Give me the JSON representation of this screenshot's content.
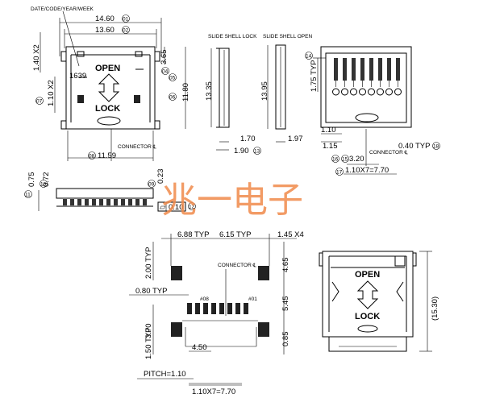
{
  "watermark": "兆一电子",
  "top_left_view": {
    "caption": "DATE/CODE/YEAR/WEEK",
    "code": "1639",
    "open": "OPEN",
    "lock": "LOCK",
    "connector": "CONNECTOR ℄",
    "dims": {
      "w_top": "14.60",
      "w_top_n": "01",
      "w_inner": "13.60",
      "w_inner_n": "02",
      "left_140": "1.40 X2",
      "left_110": "1.10 X2",
      "left_110_n": "07",
      "right_365": "3.65",
      "right_04": "04",
      "right_05": "05",
      "right_06": "06",
      "right_1180": "11.80",
      "bottom": "11.59",
      "bottom_n": "08"
    }
  },
  "side_view_labels": {
    "lock": "SLIDE SHELL LOCK",
    "open": "SLIDE SHELL OPEN",
    "h1": "13.35",
    "h2": "13.95",
    "d170": "1.70",
    "d190": "1.90",
    "d190_n": "13",
    "d197": "1.97"
  },
  "top_right_view": {
    "n14": "14",
    "h175": "1.75 TYP",
    "d110": "1.10",
    "d115": "1.15",
    "d320": "3.20",
    "n16": "16",
    "n15": "15",
    "n17": "17",
    "d040": "0.40 TYP",
    "n18": "18",
    "pitch": "1.10X7=7.70",
    "connector": "CONNECTOR ℄"
  },
  "profile_view": {
    "d075": "0.75",
    "d072": "0.72",
    "d023": "0.23",
    "n09": "09",
    "n10": "10",
    "n11": "11",
    "flat": "0.10",
    "n12": "12"
  },
  "footprint": {
    "d688": "6.88 TYP",
    "d615": "6.15 TYP",
    "d145": "1.45 X4",
    "d200": "2.00 TYP",
    "d080": "0.80 TYP",
    "d465": "4.65",
    "d545": "5.45",
    "d370": "3.70",
    "d150": "1.50 TYP",
    "d085": "0.85",
    "d450": "4.50",
    "pitch": "PITCH=1.10",
    "total": "1.10X7=7.70",
    "p08": "#08",
    "p01": "#01",
    "connector": "CONNECTOR ℄"
  },
  "bottom_right_view": {
    "open": "OPEN",
    "lock": "LOCK",
    "height": "(15.30)"
  }
}
